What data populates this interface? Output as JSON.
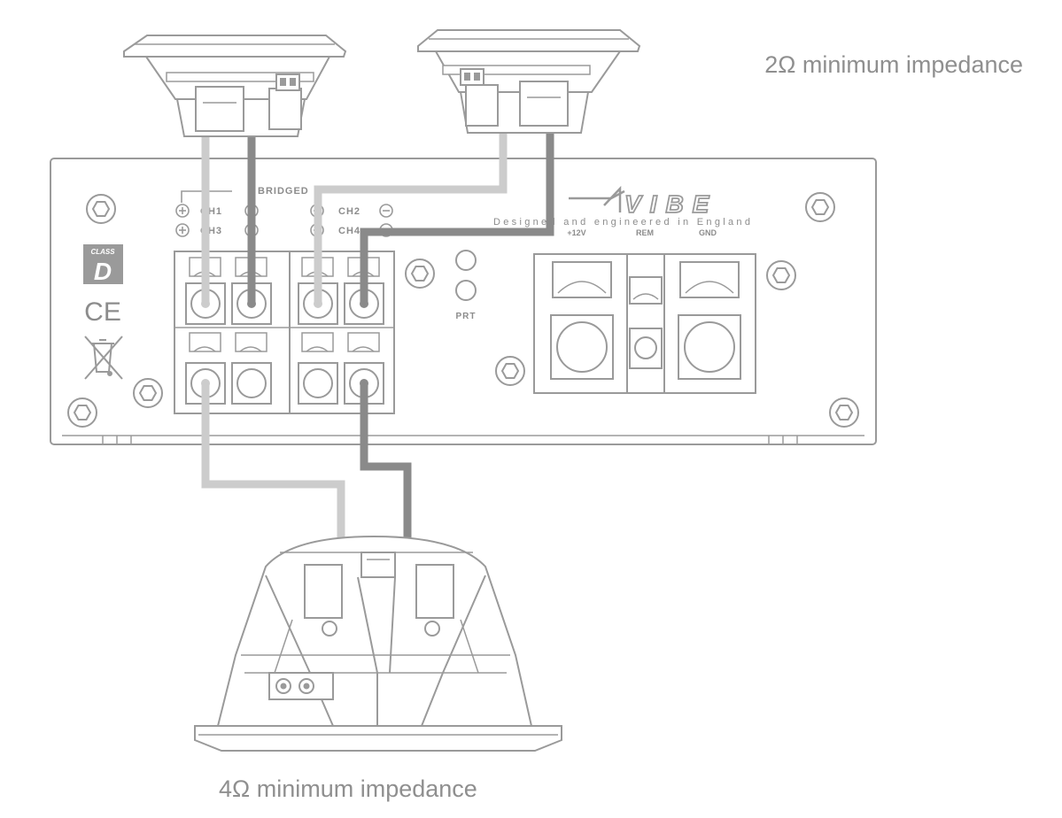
{
  "notes": {
    "top_right": "2Ω minimum impedance",
    "bottom": "4Ω minimum impedance"
  },
  "amplifier": {
    "bridged_label": "BRIDGED",
    "channels": [
      "CH1",
      "CH2",
      "CH3",
      "CH4"
    ],
    "brand_logo": "VIBE",
    "tagline": "Designed and engineered in England",
    "power_labels": [
      "+12V",
      "REM",
      "GND"
    ],
    "protect_label": "PRT",
    "class_badge_small": "CLASS",
    "class_badge_big": "D",
    "ce_mark": "CE"
  },
  "colors": {
    "line": "#9a9a9a",
    "wire_light": "#cccccc",
    "wire_dark": "#8a8a8a",
    "text": "#8f8f8f"
  }
}
